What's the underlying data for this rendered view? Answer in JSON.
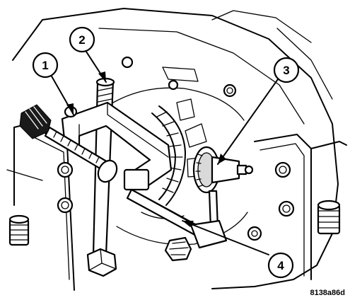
{
  "figure": {
    "code": "8138a86d"
  },
  "callouts": [
    {
      "label": "1"
    },
    {
      "label": "2"
    },
    {
      "label": "3"
    },
    {
      "label": "4"
    }
  ],
  "colors": {
    "line": "#000000",
    "background": "#ffffff",
    "shade": "#d9d9d9"
  }
}
